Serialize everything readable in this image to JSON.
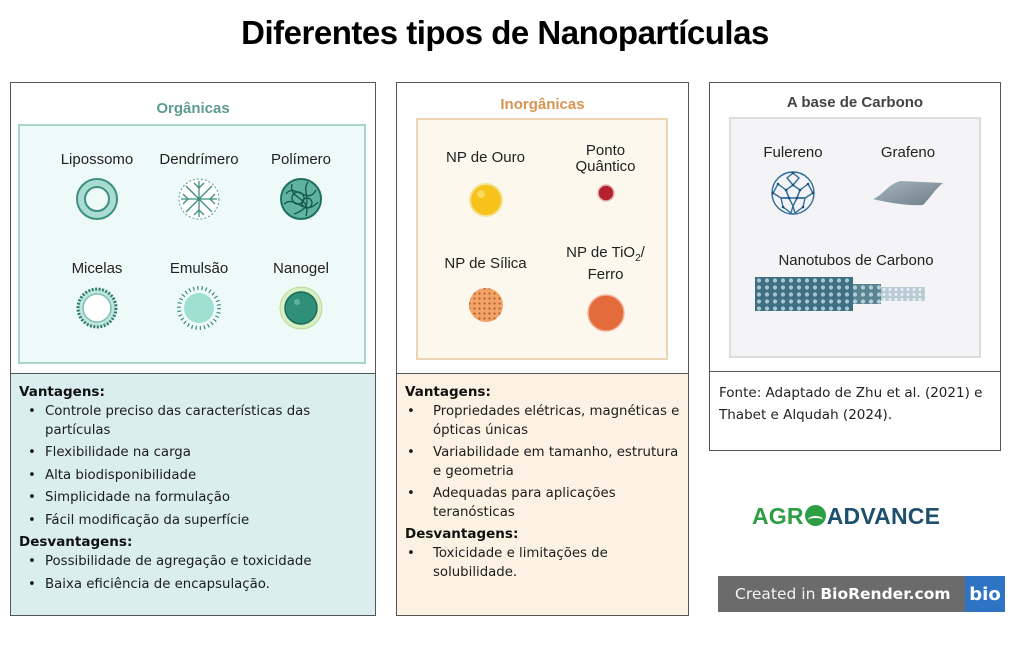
{
  "title": "Diferentes tipos de Nanopartículas",
  "colors": {
    "organic_accent": "#5e9c8f",
    "organic_panel_bg": "#eefaf8",
    "organic_box_bg": "#daeef0",
    "inorganic_accent": "#d99452",
    "inorganic_panel_bg": "#fdf8ee",
    "inorganic_box_bg": "#fcf2e3",
    "carbon_panel_bg": "#f4f4f6",
    "agro_green": "#2e9e45",
    "agro_blue": "#1d4f6e",
    "biorender_gray": "#6b6b6b",
    "biorender_blue": "#2f74c4"
  },
  "organic": {
    "category": "Orgânicas",
    "items": [
      {
        "label": "Lipossomo",
        "icon": "liposome-icon"
      },
      {
        "label": "Dendrímero",
        "icon": "dendrimer-icon"
      },
      {
        "label": "Polímero",
        "icon": "polymer-icon"
      },
      {
        "label": "Micelas",
        "icon": "micelle-icon"
      },
      {
        "label": "Emulsão",
        "icon": "emulsion-icon"
      },
      {
        "label": "Nanogel",
        "icon": "nanogel-icon"
      }
    ],
    "advantages_title": "Vantagens:",
    "advantages": [
      "Controle preciso das características das partículas",
      "Flexibilidade na carga",
      "Alta biodisponibilidade",
      "Simplicidade na formulação",
      "Fácil modificação da superfície"
    ],
    "disadvantages_title": "Desvantagens:",
    "disadvantages": [
      "Possibilidade de agregação e toxicidade",
      "Baixa eficiência de encapsulação."
    ]
  },
  "inorganic": {
    "category": "Inorgânicas",
    "items": [
      {
        "label": "NP de Ouro",
        "icon": "gold-np-icon"
      },
      {
        "label": "Ponto Quântico",
        "icon": "quantum-dot-icon"
      },
      {
        "label": "NP de Sílica",
        "icon": "silica-np-icon"
      },
      {
        "label": "NP de TiO",
        "sub": "2",
        "label_suffix": "/ Ferro",
        "icon": "tio2-iron-np-icon"
      }
    ],
    "advantages_title": "Vantagens:",
    "advantages": [
      "Propriedades elétricas, magnéticas e ópticas únicas",
      "Variabilidade em tamanho, estrutura e geometria",
      "Adequadas para aplicações teranósticas"
    ],
    "disadvantages_title": "Desvantagens:",
    "disadvantages": [
      "Toxicidade e limitações de solubilidade."
    ]
  },
  "carbon": {
    "category": "A base de Carbono",
    "items": [
      {
        "label": "Fulereno",
        "icon": "fullerene-icon"
      },
      {
        "label": "Grafeno",
        "icon": "graphene-icon"
      },
      {
        "label": "Nanotubos de Carbono",
        "icon": "carbon-nanotube-icon"
      }
    ]
  },
  "source": "Fonte: Adaptado de Zhu et al. (2021) e Thabet e Alqudah (2024).",
  "logo": {
    "part1": "AGR",
    "part2": "ADVANCE"
  },
  "biorender": {
    "prefix": "Created in ",
    "brand": "BioRender.com",
    "badge": "bio"
  }
}
